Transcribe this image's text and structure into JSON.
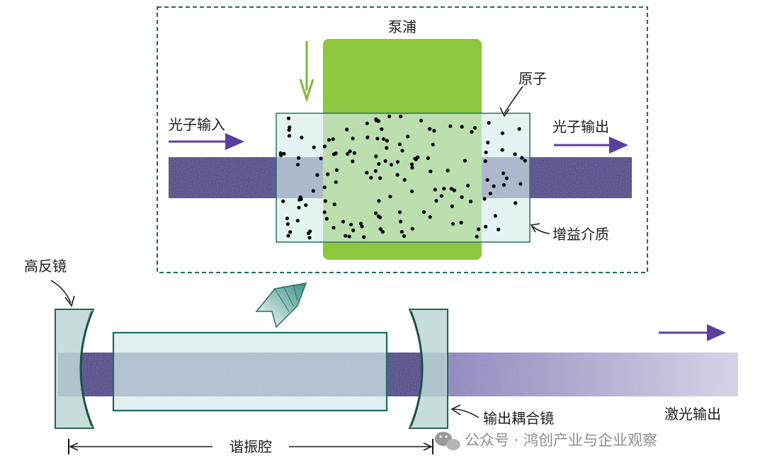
{
  "inset": {
    "pump_label": "泵浦",
    "photon_in_label": "光子输入",
    "photon_out_label": "光子输出",
    "atoms_label": "原子",
    "gain_medium_label": "增益介质"
  },
  "main": {
    "high_reflector_label": "高反镜",
    "output_coupler_label": "输出耦合镜",
    "laser_output_label": "激光输出",
    "cavity_label": "谐振腔"
  },
  "watermark": {
    "text": "公众号 · 鸿创产业与企业观察"
  },
  "colors": {
    "beam": "#3a2b86",
    "beam_light": "#9a8fcc",
    "pump": "#8dc63f",
    "medium": "#cfe6e8",
    "frame": "#1e6b64",
    "arrow": "#5b3fa0",
    "mirror": "#bcd7d5"
  }
}
